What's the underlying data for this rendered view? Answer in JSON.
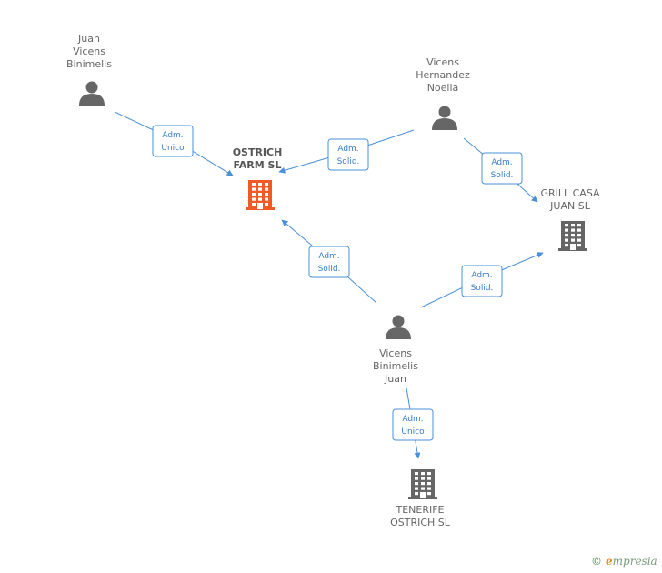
{
  "persons": [
    {
      "id": "juan-vicens-binimelis",
      "lines": [
        "Juan",
        "Vicens",
        "Binimelis"
      ]
    },
    {
      "id": "vicens-hernandez-noelia",
      "lines": [
        "Vicens",
        "Hernandez",
        "Noelia"
      ]
    },
    {
      "id": "vicens-binimelis-juan",
      "lines": [
        "Vicens",
        "Binimelis",
        "Juan"
      ]
    }
  ],
  "companies": [
    {
      "id": "ostrich-farm",
      "lines": [
        "OSTRICH",
        "FARM SL"
      ],
      "color": "#f05a28",
      "main": true
    },
    {
      "id": "grill-casa-juan",
      "lines": [
        "GRILL CASA",
        "JUAN SL"
      ],
      "color": "#666666",
      "main": false
    },
    {
      "id": "tenerife-ostrich",
      "lines": [
        "TENERIFE",
        "OSTRICH  SL"
      ],
      "color": "#666666",
      "main": false
    }
  ],
  "edges": [
    {
      "from": "juan-vicens-binimelis",
      "to": "ostrich-farm",
      "role": [
        "Adm.",
        "Unico"
      ]
    },
    {
      "from": "vicens-hernandez-noelia",
      "to": "ostrich-farm",
      "role": [
        "Adm.",
        "Solid."
      ]
    },
    {
      "from": "vicens-hernandez-noelia",
      "to": "grill-casa-juan",
      "role": [
        "Adm.",
        "Solid."
      ]
    },
    {
      "from": "vicens-binimelis-juan",
      "to": "ostrich-farm",
      "role": [
        "Adm.",
        "Solid."
      ]
    },
    {
      "from": "vicens-binimelis-juan",
      "to": "grill-casa-juan",
      "role": [
        "Adm.",
        "Solid."
      ]
    },
    {
      "from": "vicens-binimelis-juan",
      "to": "tenerife-ostrich",
      "role": [
        "Adm.",
        "Unico"
      ]
    }
  ],
  "colors": {
    "edge": "#4a90d9",
    "person": "#666666"
  },
  "watermark": {
    "copyright": "©",
    "brand_initial": "e",
    "brand_rest": "mpresia"
  }
}
